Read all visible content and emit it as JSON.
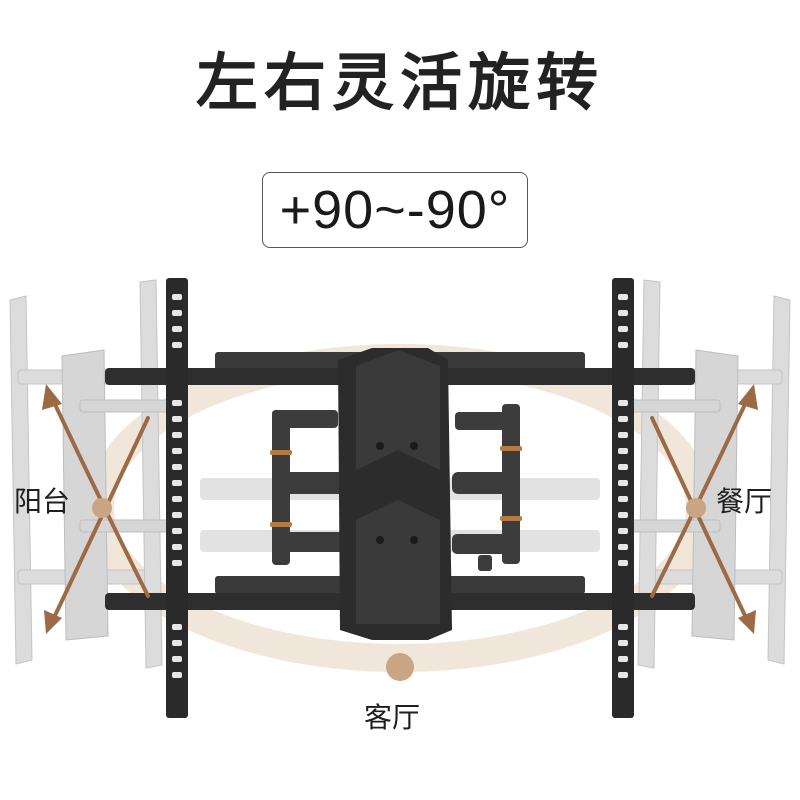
{
  "headline": "左右灵活旋转",
  "angle_range": "+90~-90°",
  "positions": {
    "left": "阳台",
    "right": "餐厅",
    "bottom": "客厅"
  },
  "colors": {
    "text": "#222222",
    "mount_black": "#2b2b2b",
    "ghost_gray": "#d4d4d4",
    "arc_tan": "#efe3d6",
    "arrow_brown": "#9c6b45",
    "dot_tan": "#c9a584"
  }
}
